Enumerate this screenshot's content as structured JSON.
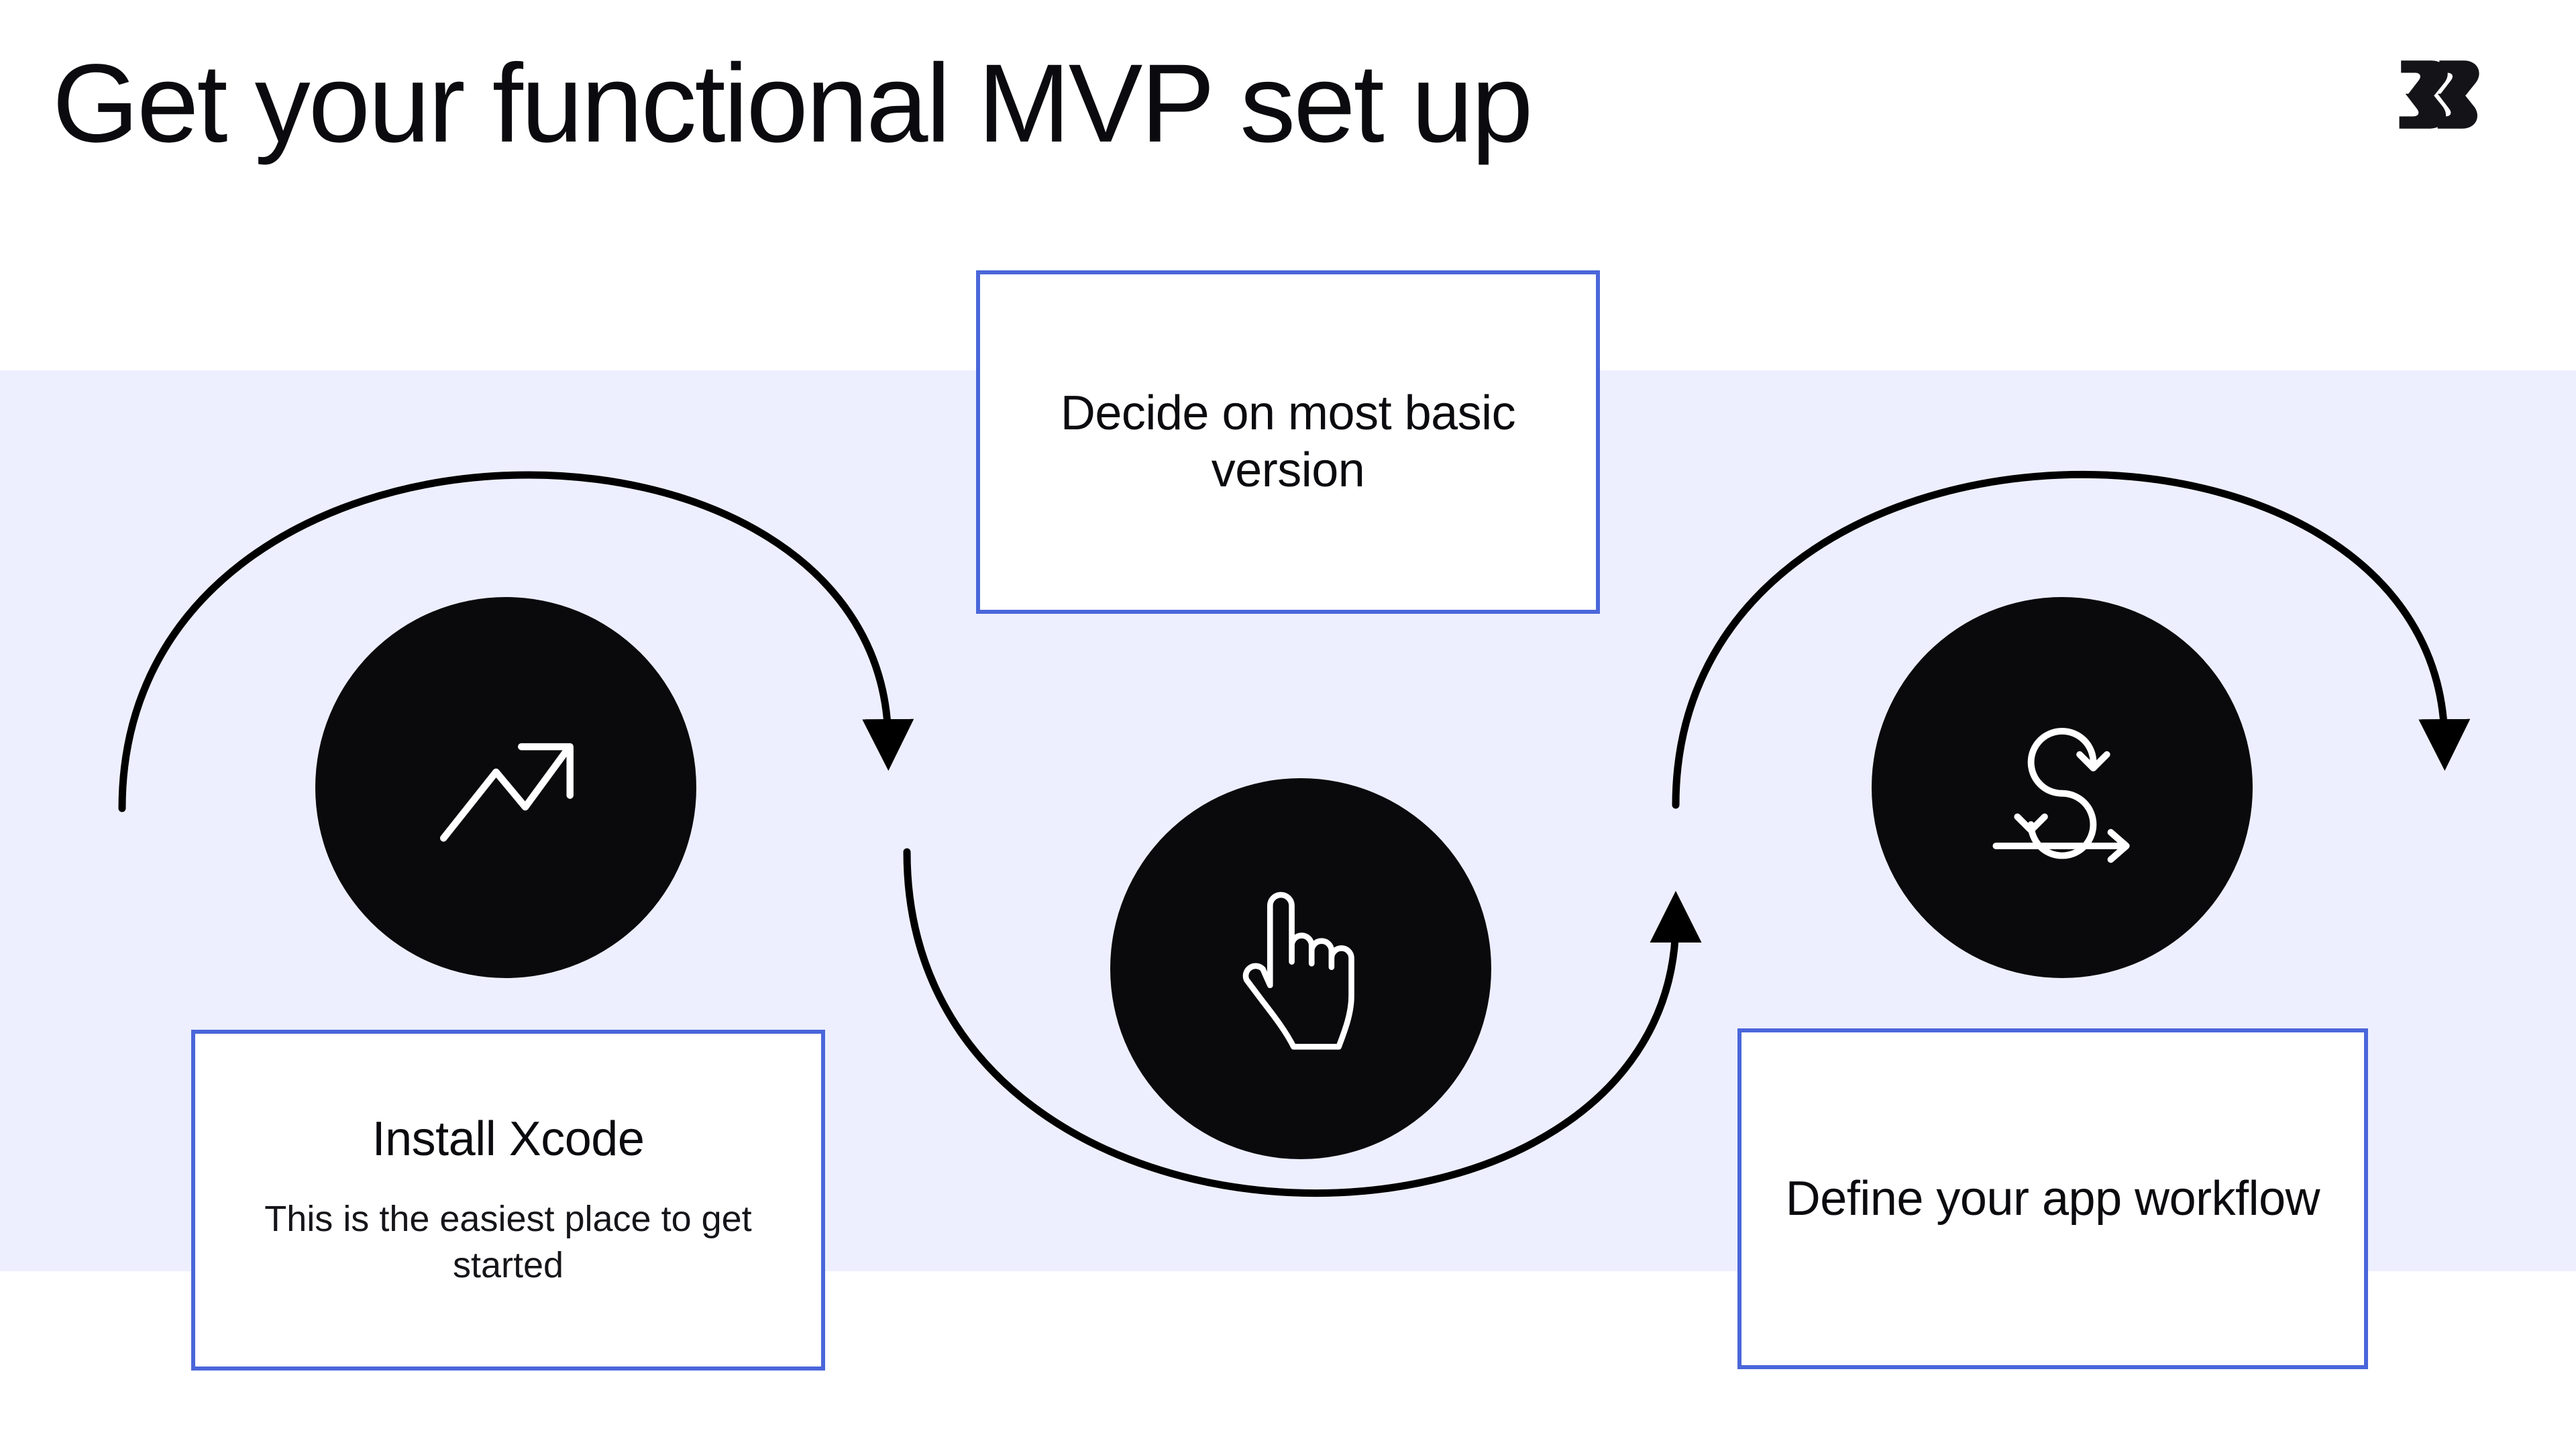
{
  "slide": {
    "title": "Get your functional MVP set up",
    "logo_name": "brand-logo-double-chevron"
  },
  "theme": {
    "page_background": "#ffffff",
    "band_background": "#edefff",
    "card_border": "#4a66da",
    "circle_fill": "#0a0a0d",
    "icon_stroke": "#ffffff",
    "connector_stroke": "#000000",
    "text_color": "#0b0b0f"
  },
  "steps": [
    {
      "index": 1,
      "icon": "trending-up-arrow-icon",
      "card": {
        "title": "Install Xcode",
        "body": "This is the easiest place to get started"
      }
    },
    {
      "index": 2,
      "icon": "pointing-hand-icon",
      "card": {
        "title": "Decide on most basic version",
        "body": ""
      }
    },
    {
      "index": 3,
      "icon": "agile-sprint-loop-icon",
      "card": {
        "title": "Define your app workflow",
        "body": ""
      }
    }
  ],
  "connectors": [
    {
      "name": "arc-into-step-1",
      "direction": "right",
      "shape": "arch-up"
    },
    {
      "name": "arc-step-1-to-step-3",
      "direction": "right",
      "shape": "valley-down"
    },
    {
      "name": "arc-step-3-to-end",
      "direction": "right",
      "shape": "arch-up"
    }
  ]
}
